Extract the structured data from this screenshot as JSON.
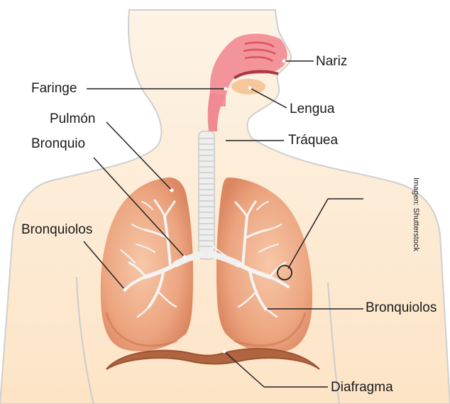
{
  "labels": {
    "nariz": "Nariz",
    "faringe": "Faringe",
    "lengua": "Lengua",
    "pulmon": "Pulmón",
    "traquea": "Tráquea",
    "bronquio": "Bronquio",
    "bronquiolos_left": "Bronquiolos",
    "bronquiolos_right": "Bronquiolos",
    "diafragma": "Diafragma"
  },
  "credit": "Imagen: Shutterstock",
  "colors": {
    "skin": "#fdebd3",
    "outline": "#c9c9c9",
    "lung": "#e8a27c",
    "lung_dark": "#cf7a55",
    "airway": "#f0808a",
    "trachea": "#eeeeee",
    "tree": "#f5f5f5",
    "diaphragm": "#b0643f",
    "tongue": "#f6c79b",
    "leader": "#222222"
  }
}
